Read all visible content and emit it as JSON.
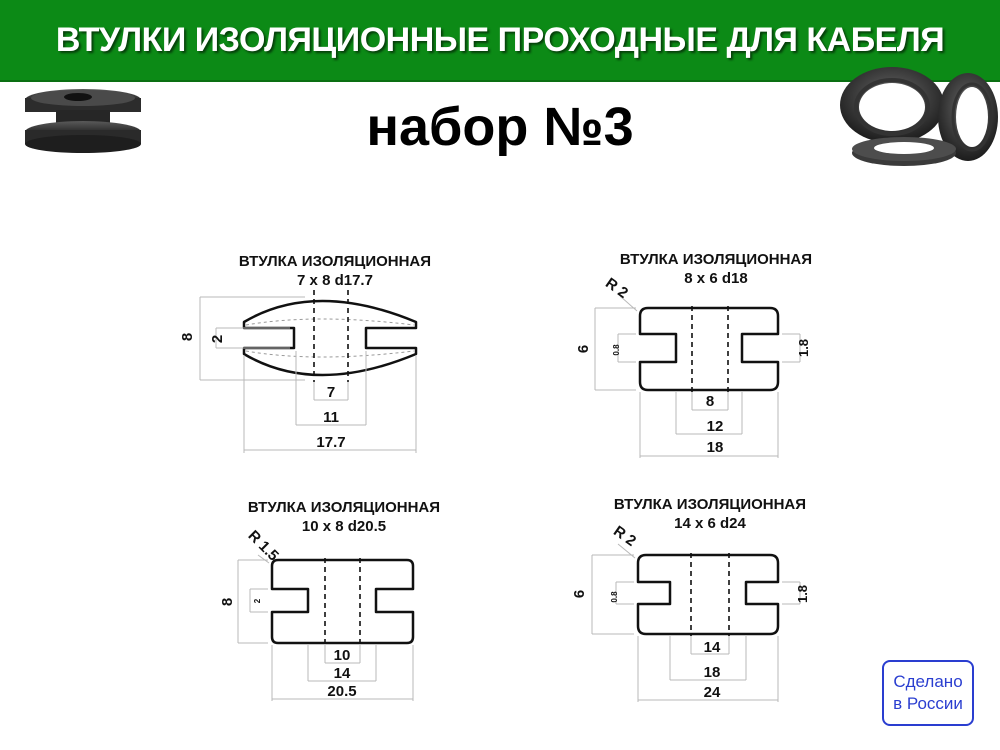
{
  "header": {
    "title": "ВТУЛКИ ИЗОЛЯЦИОННЫЕ ПРОХОДНЫЕ ДЛЯ КАБЕЛЯ",
    "background_color": "#0c8a16",
    "text_color": "#ffffff"
  },
  "set_title": "набор №3",
  "drawings": [
    {
      "name": "ВТУЛКА ИЗОЛЯЦИОННАЯ",
      "size": "7 x 8 d17.7",
      "dims": {
        "height": "8",
        "groove": "2",
        "inner": "7",
        "middle": "11",
        "outer": "17.7"
      }
    },
    {
      "name": "ВТУЛКА ИЗОЛЯЦИОННАЯ",
      "size": "8 x 6 d18",
      "dims": {
        "radius": "R 2",
        "height": "6",
        "slot": "0.8",
        "groove": "1.8",
        "inner": "8",
        "middle": "12",
        "outer": "18"
      }
    },
    {
      "name": "ВТУЛКА ИЗОЛЯЦИОННАЯ",
      "size": "10 x 8 d20.5",
      "dims": {
        "radius": "R 1.5",
        "height": "8",
        "groove": "2",
        "inner": "10",
        "middle": "14",
        "outer": "20.5"
      }
    },
    {
      "name": "ВТУЛКА ИЗОЛЯЦИОННАЯ",
      "size": "14 x 6 d24",
      "dims": {
        "radius": "R 2",
        "height": "6",
        "slot": "0.8",
        "groove": "1.8",
        "inner": "14",
        "middle": "18",
        "outer": "24"
      }
    }
  ],
  "badge": {
    "line1": "Сделано",
    "line2": "в России",
    "color": "#2a3ed0"
  }
}
